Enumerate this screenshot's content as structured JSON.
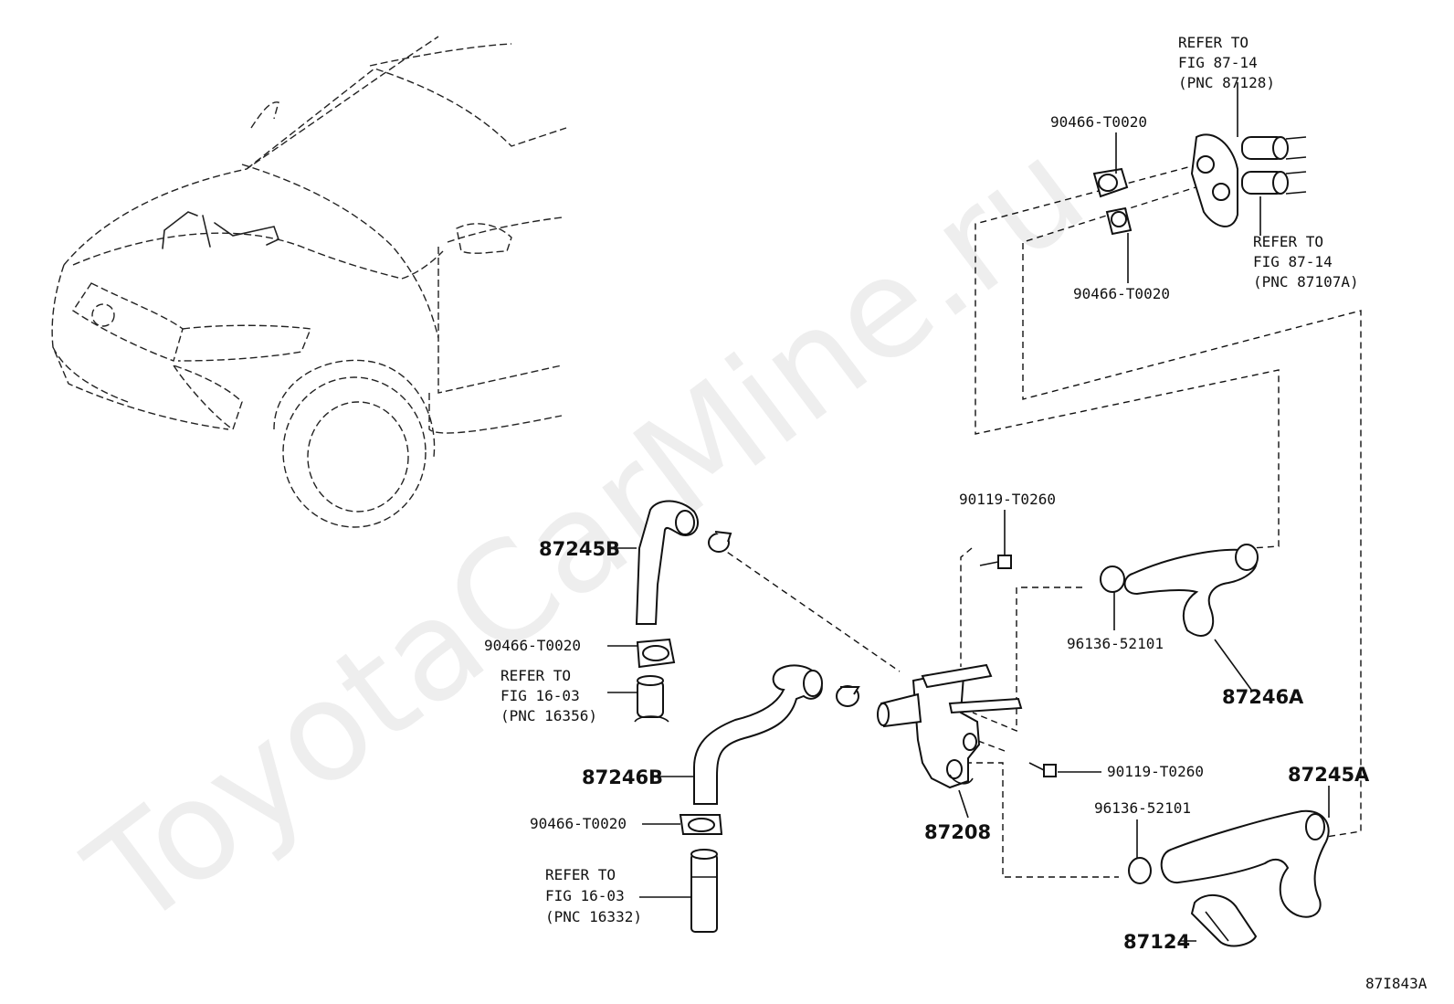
{
  "diagram_code": "87I843A",
  "watermark": "ToyotaCarMine.ru",
  "labels": {
    "refer_87128": [
      "REFER TO",
      "FIG 87-14",
      "(PNC 87128)"
    ],
    "refer_87107a": [
      "REFER TO",
      "FIG 87-14",
      "(PNC 87107A)"
    ],
    "refer_16356": [
      "REFER TO",
      "FIG 16-03",
      "(PNC 16356)"
    ],
    "refer_16332": [
      "REFER TO",
      "FIG 16-03",
      "(PNC 16332)"
    ],
    "clamp_top_1": "90466-T0020",
    "clamp_top_2": "90466-T0020",
    "clamp_left_1": "90466-T0020",
    "clamp_left_2": "90466-T0020",
    "bolt_top": "90119-T0260",
    "bolt_mid": "90119-T0260",
    "clip_upper": "96136-52101",
    "clip_lower": "96136-52101",
    "hose_87245b": "87245B",
    "hose_87246b": "87246B",
    "valve_87208": "87208",
    "hose_87246a": "87246A",
    "hose_87245a": "87245A",
    "clamp_87124": "87124"
  }
}
